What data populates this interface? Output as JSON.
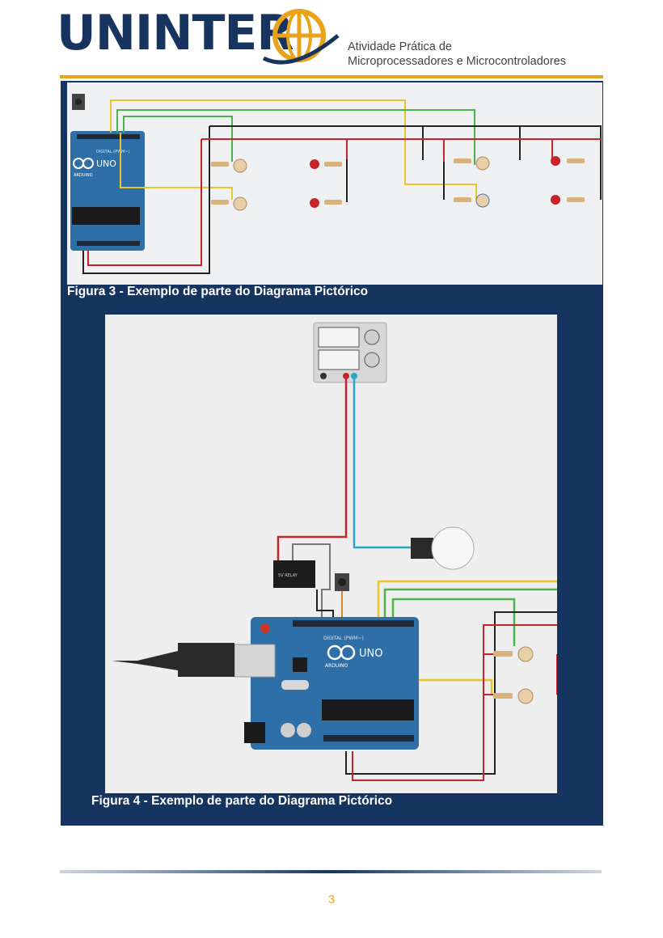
{
  "header": {
    "brand": "UNINTER",
    "subtitle_line1": "Atividade Prática de",
    "subtitle_line2": "Microprocessadores e Microcontroladores"
  },
  "figures": [
    {
      "caption": "Figura 3 - Exemplo de parte do Diagrama Pictórico"
    },
    {
      "caption": "Figura 4 - Exemplo de parte do Diagrama Pictórico"
    }
  ],
  "board": {
    "brand_label": "ARDUINO",
    "model_label": "UNO"
  },
  "footer": {
    "page_number": "3"
  },
  "colors": {
    "navy": "#163460",
    "gold": "#e8a31a",
    "board_blue": "#2f6fa8"
  }
}
